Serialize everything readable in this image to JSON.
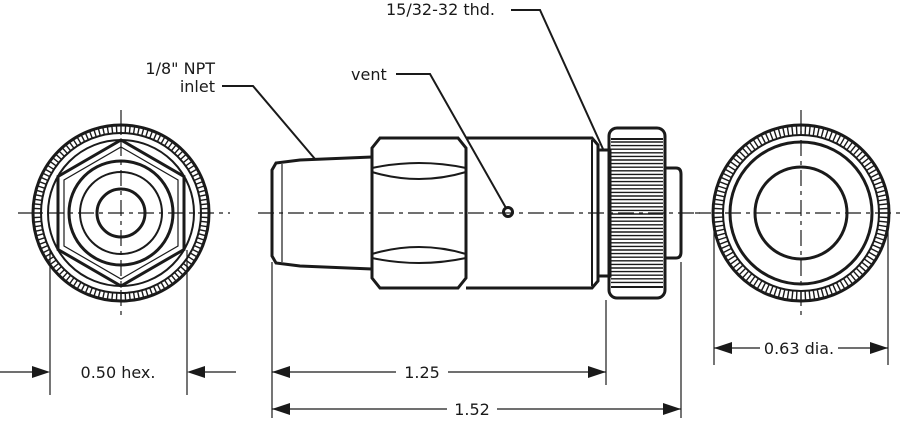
{
  "labels": {
    "inlet_line1": "1/8\" NPT",
    "inlet_line2": "inlet",
    "vent": "vent",
    "thread": "15/32-32 thd.",
    "hex": "0.50 hex.",
    "length_body": "1.25",
    "length_total": "1.52",
    "diameter": "0.63 dia."
  }
}
